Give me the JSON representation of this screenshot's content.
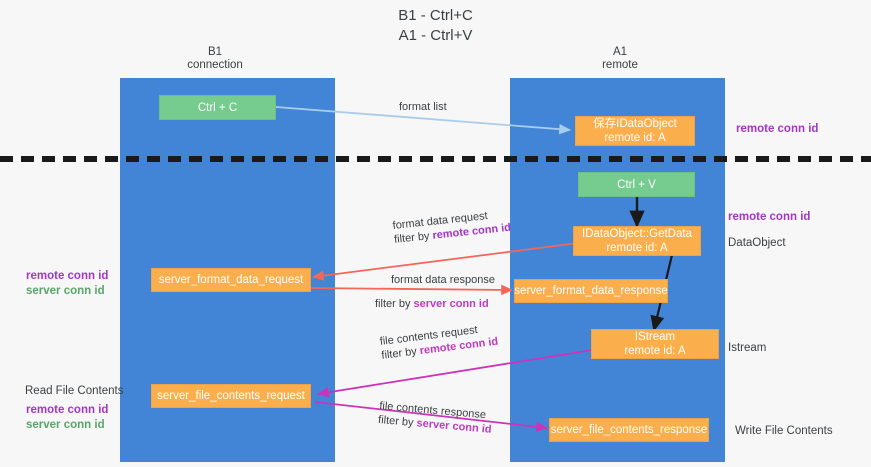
{
  "title": {
    "line1": "B1 - Ctrl+C",
    "line2": "A1 - Ctrl+V"
  },
  "columns": [
    {
      "name": "B1",
      "sub": "connection"
    },
    {
      "name": "A1",
      "sub": "remote"
    }
  ],
  "nodes": {
    "ctrl_c": {
      "label": "Ctrl + C"
    },
    "save_dataobject": {
      "line1": "保存IDataObject",
      "line2": "remote id: A"
    },
    "ctrl_v": {
      "label": "Ctrl + V"
    },
    "getdata": {
      "line1": "IDataObject::GetData",
      "line2": "remote id: A"
    },
    "server_format_data_request": {
      "label": "server_format_data_request"
    },
    "server_format_data_response": {
      "label": "server_format_data_response"
    },
    "istream": {
      "line1": "IStream",
      "line2": "remote id: A"
    },
    "server_file_contents_request": {
      "label": "server_file_contents_request"
    },
    "server_file_contents_response": {
      "label": "server_file_contents_response"
    }
  },
  "edge_labels": {
    "format_list": "format list",
    "format_data_request": "format data request",
    "format_data_request_filter_prefix": "filter by ",
    "format_data_request_filter_key": "remote conn id",
    "format_data_response": "format data response",
    "format_data_response_filter_prefix": "filter by ",
    "format_data_response_filter_key": "server conn id",
    "file_contents_request": "file contents request",
    "file_contents_request_filter_prefix": "filter by ",
    "file_contents_request_filter_key": "remote conn id",
    "file_contents_response": "file contents response",
    "file_contents_response_filter_prefix": "filter by ",
    "file_contents_response_filter_key": "server conn id"
  },
  "annotations": {
    "right_remote_conn_id_top": "remote conn id",
    "right_remote_conn_id_mid": "remote conn id",
    "right_dataobject": "DataObject",
    "right_istream": "Istream",
    "right_write_file_contents": "Write File Contents",
    "left_remote_conn_id_mid": "remote conn id",
    "left_server_conn_id_mid": "server conn id",
    "left_read_file_contents": "Read File Contents",
    "left_remote_conn_id_bottom": "remote conn id",
    "left_server_conn_id_bottom": "server conn id"
  },
  "colors": {
    "lane": "#4285d6",
    "green_node": "#76cc8e",
    "orange_node": "#fbae4c",
    "purple_text": "#a336c6",
    "green_text": "#5aa469",
    "magenta_arrow": "#cc33bb",
    "red_arrow": "#f4665a",
    "light_blue_arrow": "#a8cdec",
    "black_arrow": "#1a1a1a",
    "background": "#f7f7f7"
  }
}
